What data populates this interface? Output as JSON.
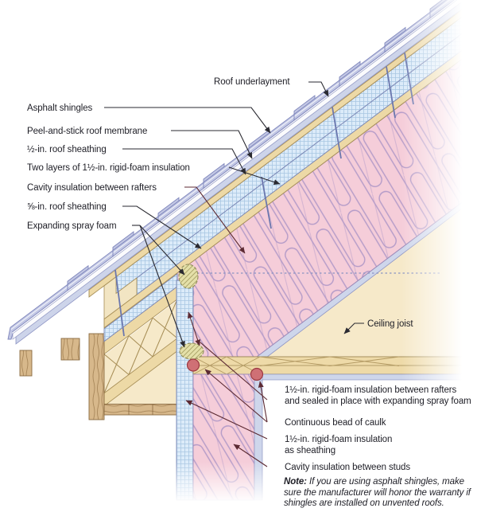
{
  "figure": {
    "type": "construction-detail-diagram",
    "subject": "Unvented roof eave assembly with exterior rigid-foam insulation",
    "background_color": "#ffffff"
  },
  "labels": {
    "roof_underlayment": "Roof underlayment",
    "asphalt_shingles": "Asphalt shingles",
    "peel_and_stick": "Peel-and-stick roof membrane",
    "half_in_sheathing": "½-in. roof sheathing",
    "two_layers_foam": "Two layers of 1½-in. rigid-foam insulation",
    "cavity_insulation_rafters": "Cavity insulation between rafters",
    "five_eighths_sheathing": "⅝-in. roof sheathing",
    "expanding_spray_foam": "Expanding spray foam",
    "ceiling_joist": "Ceiling joist",
    "rigid_foam_between_rafters_line1": "1½-in. rigid-foam insulation between rafters",
    "rigid_foam_between_rafters_line2": "and sealed in place with expanding spray foam",
    "continuous_bead_of_caulk": "Continuous bead of caulk",
    "rigid_foam_sheathing_line1": "1½-in. rigid-foam insulation",
    "rigid_foam_sheathing_line2": "as sheathing",
    "cavity_insulation_studs": "Cavity insulation between studs"
  },
  "note": {
    "bold_prefix": "Note:",
    "line1_rest": " If you are using asphalt shingles, make",
    "line2": "sure the manufacturer will honor the warranty if",
    "line3": "shingles are installed on unvented roofs."
  },
  "colors": {
    "shingles": "#c2c7e4",
    "membrane": "#cdd4ea",
    "underlayment": "#fbfbfd",
    "sheathing_tan": "#edd9a6",
    "rigid_foam_fill": "#dcebf9",
    "rigid_foam_grid": "#a9c7e3",
    "batt_insulation_pink": "#f5cdd9",
    "batt_line": "#b49bc8",
    "wood": "#d7b88b",
    "framing_cream": "#f6e9c9",
    "drywall": "#ced6eb",
    "spray_foam": "#e4e0a9",
    "caulk_red": "#cf7075",
    "leader_black": "#2a2a31",
    "leader_maroon": "#5c2a33",
    "text": "#1e1e26"
  }
}
